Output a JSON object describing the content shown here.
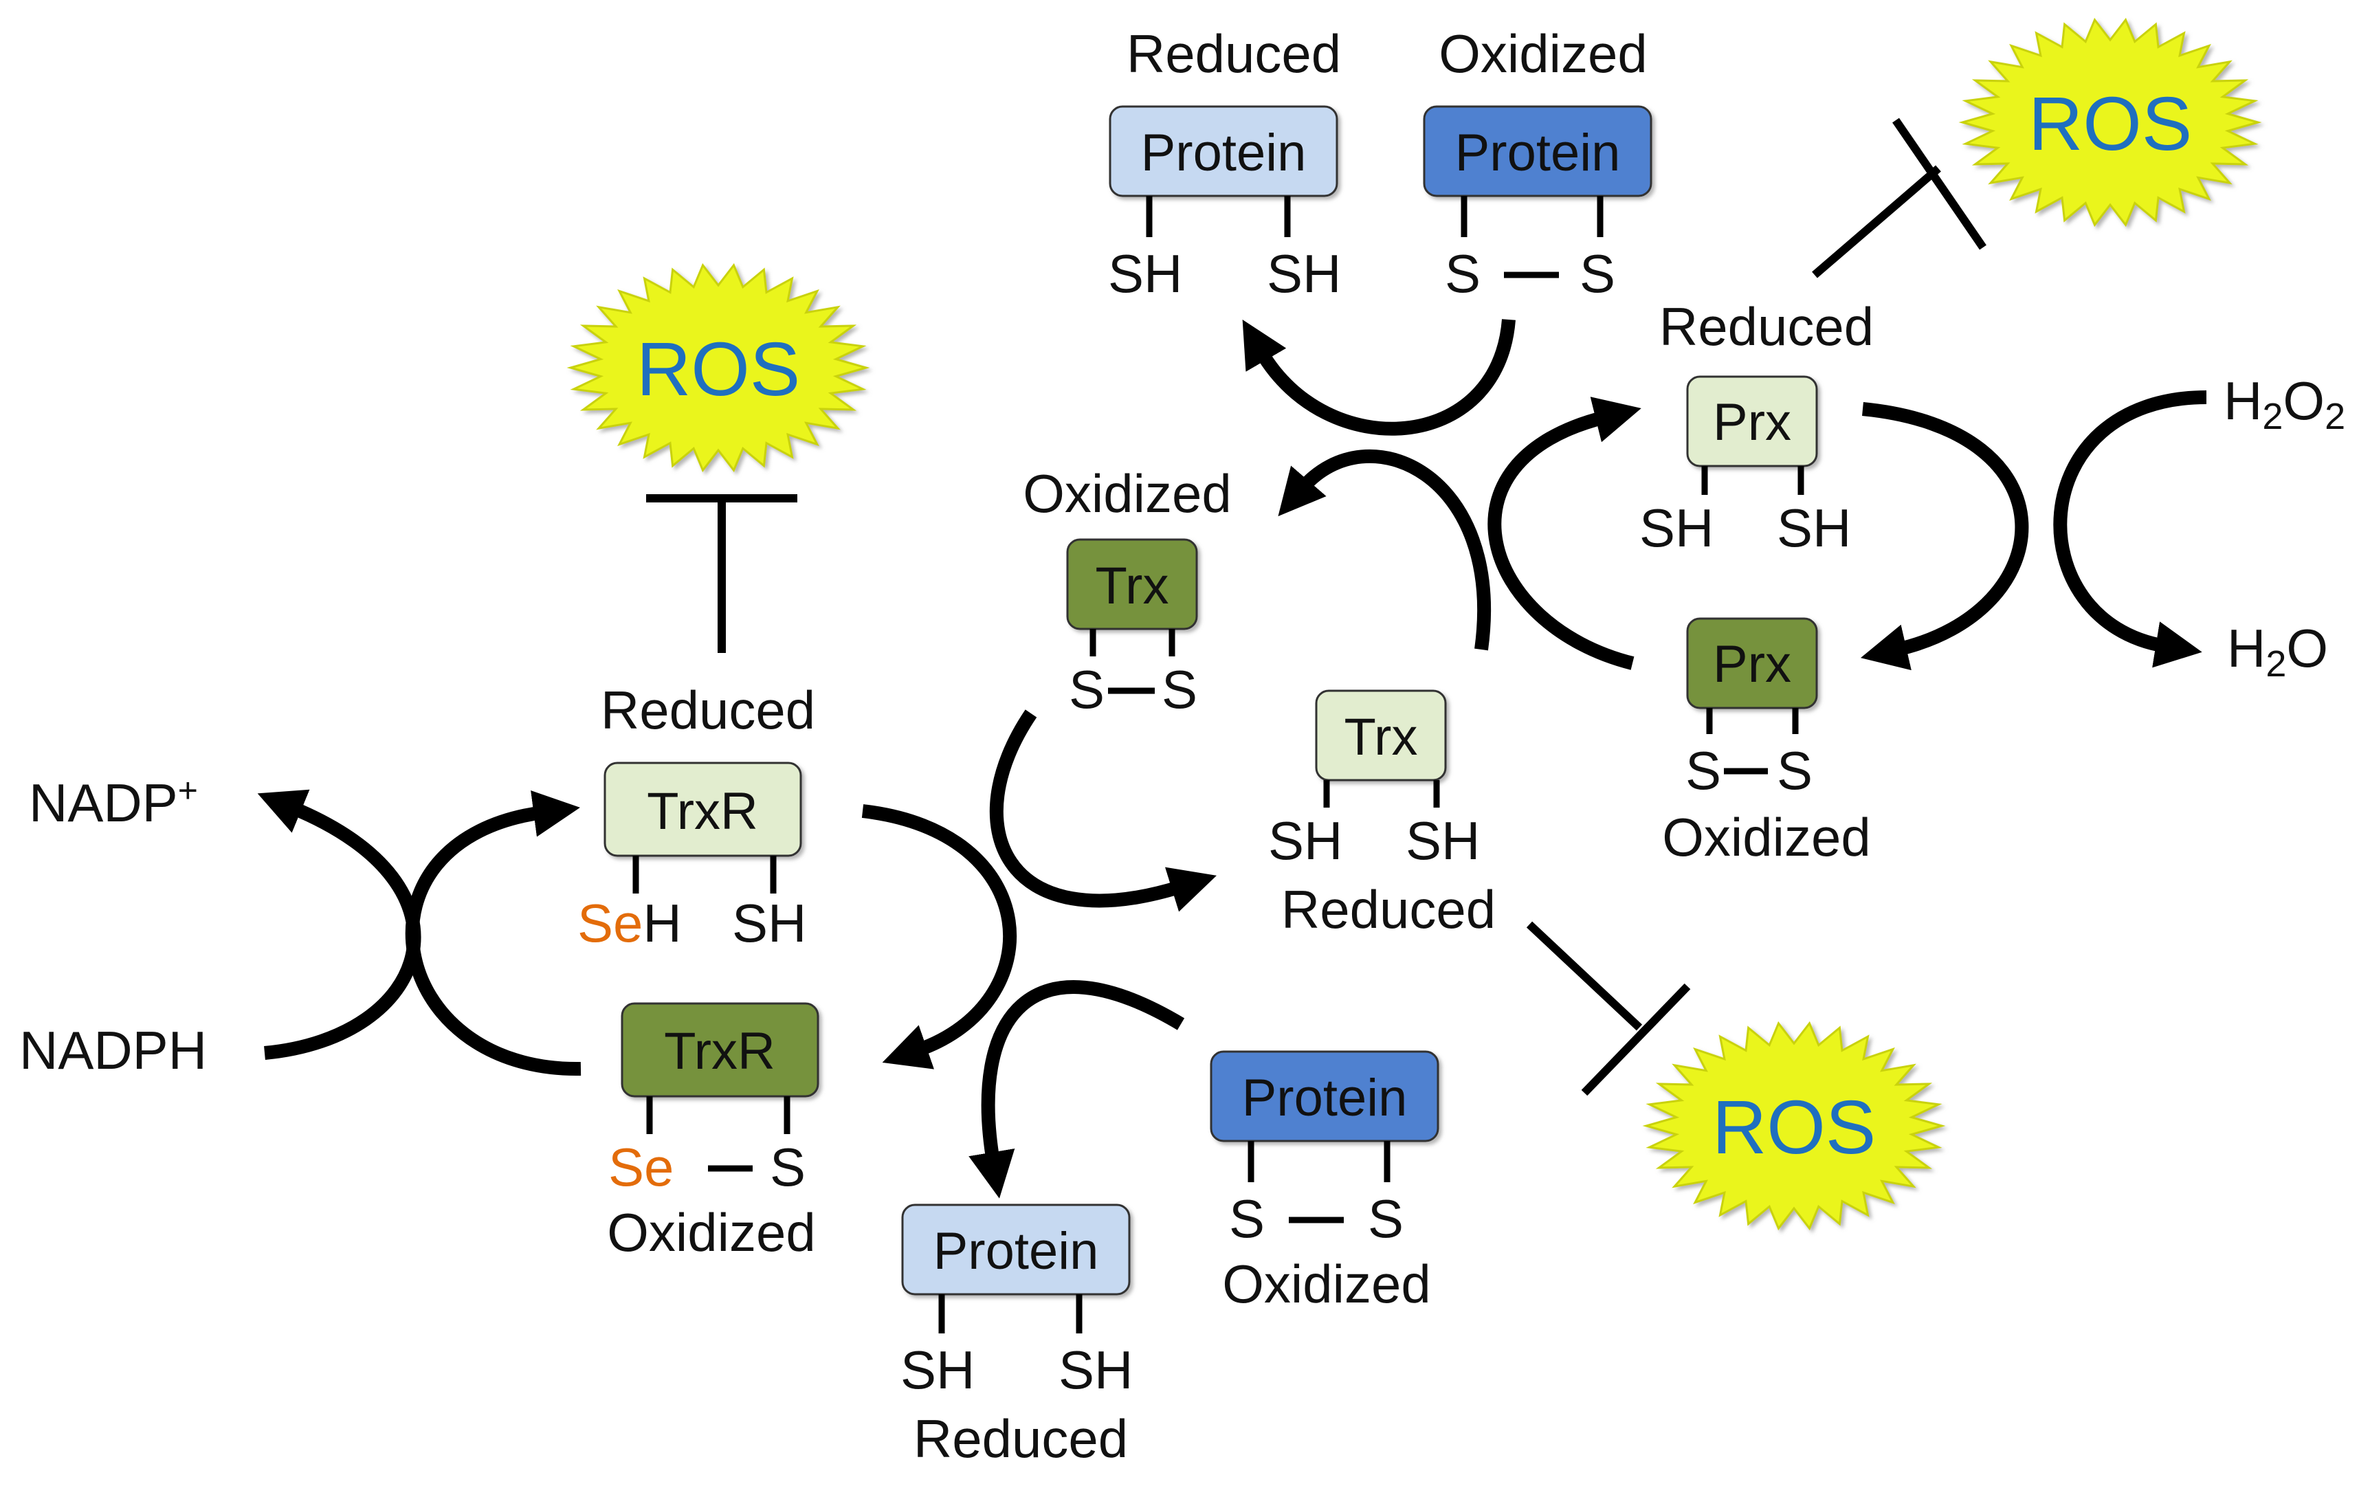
{
  "colors": {
    "light_green": "#e2edcf",
    "dark_green": "#76923c",
    "light_blue": "#c6d9f1",
    "dark_blue": "#4f81d0",
    "ros_fill": "#eaf51a",
    "ros_text": "#1f6fbf",
    "selenium": "#e36c0a"
  },
  "ros": {
    "label": "ROS",
    "icon": "starburst-icon"
  },
  "nadp_plus": {
    "base": "NADP",
    "sup": "+"
  },
  "nadph": "NADPH",
  "h2o2": {
    "a": "H",
    "sub": "2",
    "b": "O",
    "sub2": "2"
  },
  "h2o": {
    "a": "H",
    "sub": "2",
    "b": "O"
  },
  "trxr_reduced": {
    "state": "Reduced",
    "name": "TrxR",
    "se": "Se",
    "seh_rest": "H",
    "sh": "SH"
  },
  "trxr_oxidized": {
    "state": "Oxidized",
    "name": "TrxR",
    "se": "Se",
    "s": "S"
  },
  "trx_oxidized": {
    "state": "Oxidized",
    "name": "Trx",
    "s": "S"
  },
  "trx_reduced": {
    "state": "Reduced",
    "name": "Trx",
    "sh": "SH"
  },
  "prx_reduced": {
    "state": "Reduced",
    "name": "Prx",
    "sh": "SH"
  },
  "prx_oxidized": {
    "state": "Oxidized",
    "name": "Prx",
    "s": "S"
  },
  "protein_top_reduced": {
    "state": "Reduced",
    "name": "Protein",
    "sh": "SH"
  },
  "protein_top_oxidized": {
    "state": "Oxidized",
    "name": "Protein",
    "s": "S"
  },
  "protein_bottom_reduced": {
    "state": "Reduced",
    "name": "Protein",
    "sh": "SH"
  },
  "protein_bottom_oxidized": {
    "state": "Oxidized",
    "name": "Protein",
    "s": "S"
  }
}
